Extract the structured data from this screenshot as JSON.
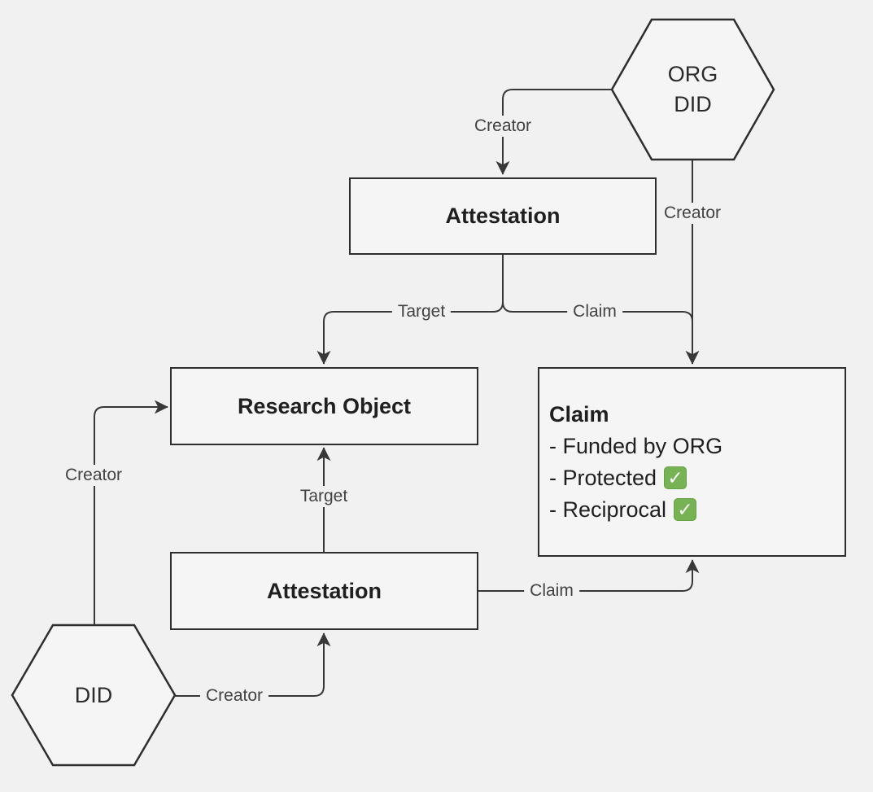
{
  "nodes": {
    "org_did": {
      "line1": "ORG",
      "line2": "DID"
    },
    "attestation_top": {
      "label": "Attestation"
    },
    "research_object": {
      "label": "Research Object"
    },
    "claim_box": {
      "title": "Claim",
      "items": [
        {
          "text": "- Funded by ORG",
          "check": ""
        },
        {
          "text": "- Protected",
          "check": "✓"
        },
        {
          "text": "- Reciprocal",
          "check": "✓"
        }
      ]
    },
    "attestation_bottom": {
      "label": "Attestation"
    },
    "did": {
      "label": "DID"
    }
  },
  "edge_labels": {
    "creator_org_to_attestation": "Creator",
    "creator_org_to_claim": "Creator",
    "target_attestation_to_research": "Target",
    "claim_attestation_to_claim": "Claim",
    "target_bottom_attestation_to_research": "Target",
    "claim_bottom_attestation_to_claim": "Claim",
    "creator_did_to_research": "Creator",
    "creator_did_to_attestation": "Creator"
  },
  "colors": {
    "background": "#f1f1f1",
    "node_fill": "#f5f5f5",
    "node_border": "#2e2e2e",
    "edge": "#383838",
    "check_green": "#77b255"
  }
}
